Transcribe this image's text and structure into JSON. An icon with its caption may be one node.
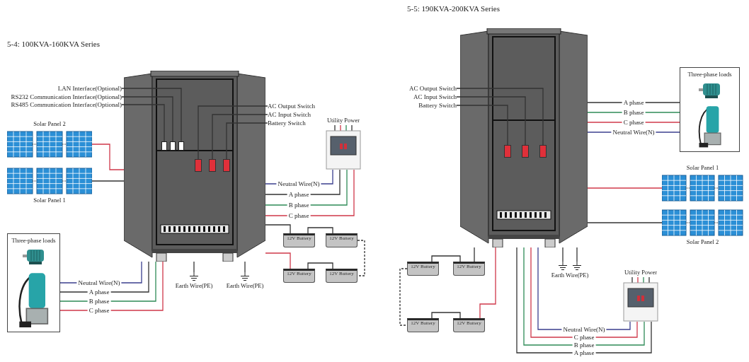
{
  "diagram": {
    "nodes": [
      {
        "text": [],
        "shape": "picture"
      },
      {
        "text": [],
        "shape": "box",
        "in": 0
      },
      {
        "text": [],
        "shape": "box",
        "in": 0
      },
      {
        "text": [],
        "shape": "box",
        "in": 0
      },
      {
        "text": [],
        "shape": "box",
        "in": 0
      },
      {
        "text": [],
        "shape": "box",
        "in": 0
      },
      {
        "text": [],
        "shape": "box",
        "in": 0
      },
      {
        "text": [
          "LAN Interface(Optional)"
        ]
      },
      {
        "text": [
          "RS232 Communication Interface(Optional)"
        ]
      },
      {
        "text": [
          "RS485 Communication Interface(Optional)"
        ]
      },
      {
        "text": [
          "AC Output Switch"
        ]
      },
      {
        "text": [
          "AC Input Switch"
        ]
      },
      {
        "text": [
          "Battery Switch"
        ]
      },
      {
        "text": [
          "Solar Panel 2"
        ]
      },
      {
        "text": [
          "Solar Panel 1"
        ]
      },
      {
        "text": [
          "Utility Power"
        ]
      },
      {
        "text": [
          "12V Battery"
        ]
      },
      {
        "text": [
          "12V Battery"
        ]
      },
      {
        "text": [
          "12V Battery"
        ]
      },
      {
        "text": [
          "12V Battery"
        ]
      },
      {
        "text": [
          "Earth Wire(PE)"
        ]
      },
      {
        "text": [
          "Earth Wire(PE)"
        ]
      },
      {
        "text": [
          "Three-phase loads"
        ]
      },
      {
        "text": [],
        "shape": "picture"
      },
      {
        "text": [],
        "shape": "box",
        "in": 23
      },
      {
        "text": [],
        "shape": "box",
        "in": 23
      },
      {
        "text": [],
        "shape": "box",
        "in": 23
      },
      {
        "text": [
          "AC Output Switch"
        ]
      },
      {
        "text": [
          "AC Input Switch"
        ]
      },
      {
        "text": [
          "Battery Switch"
        ]
      },
      {
        "text": [
          "Three-phase loads"
        ]
      },
      {
        "text": [
          "Solar Panel 1"
        ]
      },
      {
        "text": [
          "Solar Panel 2"
        ]
      },
      {
        "text": [
          "12V Battery"
        ]
      },
      {
        "text": [
          "12V Battery"
        ]
      },
      {
        "text": [
          "12V Battery"
        ]
      },
      {
        "text": [
          "12V Battery"
        ]
      },
      {
        "text": [
          "Earth Wire(PE)"
        ]
      },
      {
        "text": [
          "Utility Power"
        ]
      }
    ],
    "edges": [
      {
        "from": 7,
        "to": 3,
        "arrow": "none"
      },
      {
        "from": 8,
        "to": 2,
        "arrow": "none"
      },
      {
        "from": 9,
        "to": 1,
        "arrow": "none"
      },
      {
        "from": 10,
        "to": 4,
        "arrow": "none"
      },
      {
        "from": 11,
        "to": 5,
        "arrow": "none"
      },
      {
        "from": 12,
        "to": 6,
        "arrow": "none"
      },
      {
        "from": 13,
        "to": 0,
        "arrow": "none",
        "color": "#d0384a"
      },
      {
        "from": 14,
        "to": 0,
        "arrow": "none"
      },
      {
        "from": 0,
        "to": 15,
        "label": "Neutral Wire(N)",
        "arrow": "none",
        "color": "#3b3f8f"
      },
      {
        "from": 0,
        "to": 15,
        "label": "A phase",
        "arrow": "none"
      },
      {
        "from": 0,
        "to": 15,
        "label": "B phase",
        "arrow": "none",
        "color": "#2e8b57"
      },
      {
        "from": 0,
        "to": 15,
        "label": "C phase",
        "arrow": "none",
        "color": "#d0384a"
      },
      {
        "from": 0,
        "to": 16,
        "arrow": "none"
      },
      {
        "from": 16,
        "to": 17,
        "arrow": "none"
      },
      {
        "from": 17,
        "to": 19,
        "arrow": "none",
        "style": "dashed"
      },
      {
        "from": 18,
        "to": 19,
        "arrow": "none"
      },
      {
        "from": 0,
        "to": 18,
        "arrow": "none",
        "color": "#d0384a"
      },
      {
        "from": 0,
        "to": 20,
        "arrow": "none"
      },
      {
        "from": 0,
        "to": 21,
        "arrow": "none"
      },
      {
        "from": 0,
        "to": 22,
        "label": "Neutral Wire(N)",
        "arrow": "none",
        "color": "#3b3f8f"
      },
      {
        "from": 0,
        "to": 22,
        "label": "A phase",
        "arrow": "none"
      },
      {
        "from": 0,
        "to": 22,
        "label": "B phase",
        "arrow": "none",
        "color": "#2e8b57"
      },
      {
        "from": 0,
        "to": 22,
        "label": "C phase",
        "arrow": "none",
        "color": "#d0384a"
      },
      {
        "from": 27,
        "to": 26,
        "arrow": "none"
      },
      {
        "from": 28,
        "to": 25,
        "arrow": "none"
      },
      {
        "from": 29,
        "to": 24,
        "arrow": "none"
      },
      {
        "from": 23,
        "to": 30,
        "label": "A phase",
        "arrow": "none"
      },
      {
        "from": 23,
        "to": 30,
        "label": "B phase",
        "arrow": "none",
        "color": "#2e8b57"
      },
      {
        "from": 23,
        "to": 30,
        "label": "C phase",
        "arrow": "none",
        "color": "#d0384a"
      },
      {
        "from": 23,
        "to": 30,
        "label": "Neutral Wire(N)",
        "arrow": "none",
        "color": "#3b3f8f"
      },
      {
        "from": 31,
        "to": 23,
        "arrow": "none",
        "color": "#d0384a"
      },
      {
        "from": 32,
        "to": 23,
        "arrow": "none"
      },
      {
        "from": 23,
        "to": 34,
        "arrow": "none"
      },
      {
        "from": 33,
        "to": 34,
        "arrow": "none"
      },
      {
        "from": 33,
        "to": 35,
        "arrow": "none",
        "style": "dashed"
      },
      {
        "from": 35,
        "to": 36,
        "arrow": "none"
      },
      {
        "from": 23,
        "to": 36,
        "arrow": "none",
        "color": "#d0384a"
      },
      {
        "from": 23,
        "to": 37,
        "arrow": "none"
      },
      {
        "from": 23,
        "to": 37,
        "arrow": "none"
      },
      {
        "from": 23,
        "to": 38,
        "label": "Neutral Wire(N)",
        "arrow": "none",
        "color": "#3b3f8f"
      },
      {
        "from": 23,
        "to": 38,
        "label": "C phase",
        "arrow": "none",
        "color": "#d0384a"
      },
      {
        "from": 23,
        "to": 38,
        "label": "B phase",
        "arrow": "none",
        "color": "#2e8b57"
      },
      {
        "from": 23,
        "to": 38,
        "label": "A phase",
        "arrow": "none"
      }
    ],
    "labels": [
      "5-4: 100KVA-160KVA Series",
      "5-5: 190KVA-200KVA Series"
    ]
  }
}
